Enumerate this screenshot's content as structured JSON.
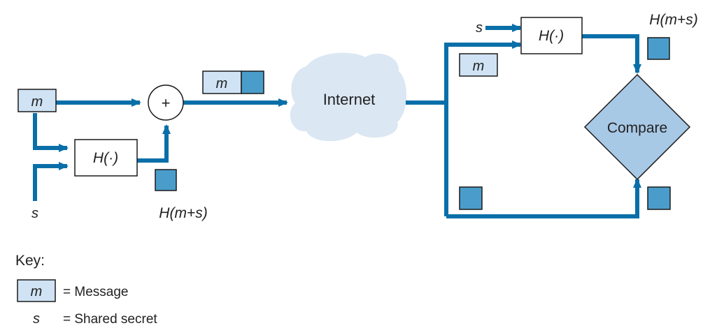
{
  "colors": {
    "flow": "#0a6fa8",
    "hash_block": "#4a9dcb",
    "message_box": "#cfe3f4",
    "compare_fill": "#a8c9e6",
    "cloud_fill": "#dbe7f3",
    "outline": "#1a1a1a"
  },
  "sender": {
    "message_label": "m",
    "secret_label": "s",
    "hash_label": "H(·)",
    "plus_label": "+",
    "hash_output_label": "H(m+s)",
    "packet_message_label": "m"
  },
  "network": {
    "label": "Internet"
  },
  "receiver": {
    "secret_label": "s",
    "hash_label": "H(·)",
    "hash_output_label": "H(m+s)",
    "message_label": "m",
    "compare_label": "Compare"
  },
  "key": {
    "title": "Key:",
    "message_symbol": "m",
    "message_desc": "= Message",
    "secret_symbol": "s",
    "secret_desc": "= Shared secret"
  }
}
